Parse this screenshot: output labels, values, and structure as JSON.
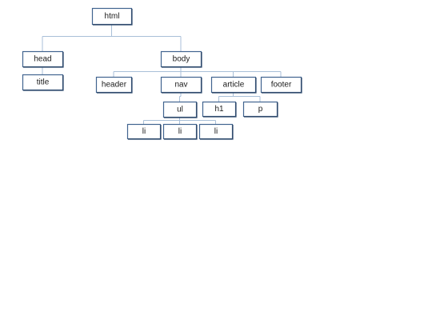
{
  "diagram": {
    "type": "tree",
    "colors": {
      "box_border": "#41648f",
      "box_fill": "#ffffff",
      "connector": "#a9bfd8",
      "text": "#1a1a1a"
    },
    "nodes": [
      {
        "id": "html",
        "label": "html"
      },
      {
        "id": "head",
        "label": "head",
        "parent": "html"
      },
      {
        "id": "body",
        "label": "body",
        "parent": "html"
      },
      {
        "id": "title",
        "label": "title",
        "parent": "head"
      },
      {
        "id": "header",
        "label": "header",
        "parent": "body"
      },
      {
        "id": "nav",
        "label": "nav",
        "parent": "body"
      },
      {
        "id": "article",
        "label": "article",
        "parent": "body"
      },
      {
        "id": "footer",
        "label": "footer",
        "parent": "body"
      },
      {
        "id": "ul",
        "label": "ul",
        "parent": "nav"
      },
      {
        "id": "h1",
        "label": "h1",
        "parent": "article"
      },
      {
        "id": "p",
        "label": "p",
        "parent": "article"
      },
      {
        "id": "li1",
        "label": "li",
        "parent": "ul"
      },
      {
        "id": "li2",
        "label": "li",
        "parent": "ul"
      },
      {
        "id": "li3",
        "label": "li",
        "parent": "ul"
      }
    ]
  }
}
